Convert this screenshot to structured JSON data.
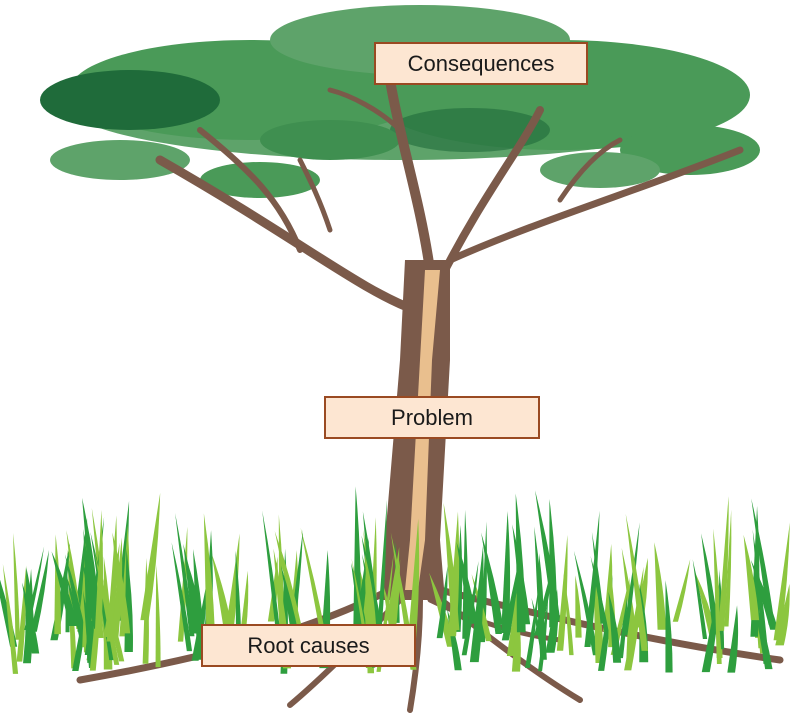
{
  "diagram": {
    "labels": {
      "consequences": "Consequences",
      "problem": "Problem",
      "root_causes": "Root causes"
    },
    "colors": {
      "label_fill": "#fde6d2",
      "label_border": "#9a4a22",
      "trunk": "#7b5a4a",
      "trunk_highlight": "#e9bf8e",
      "foliage_light": "#5ea36a",
      "foliage_mid": "#4a9a58",
      "foliage_dark": "#1f6b3a",
      "grass_light": "#8cc63f",
      "grass_dark": "#2e9e3e"
    }
  }
}
